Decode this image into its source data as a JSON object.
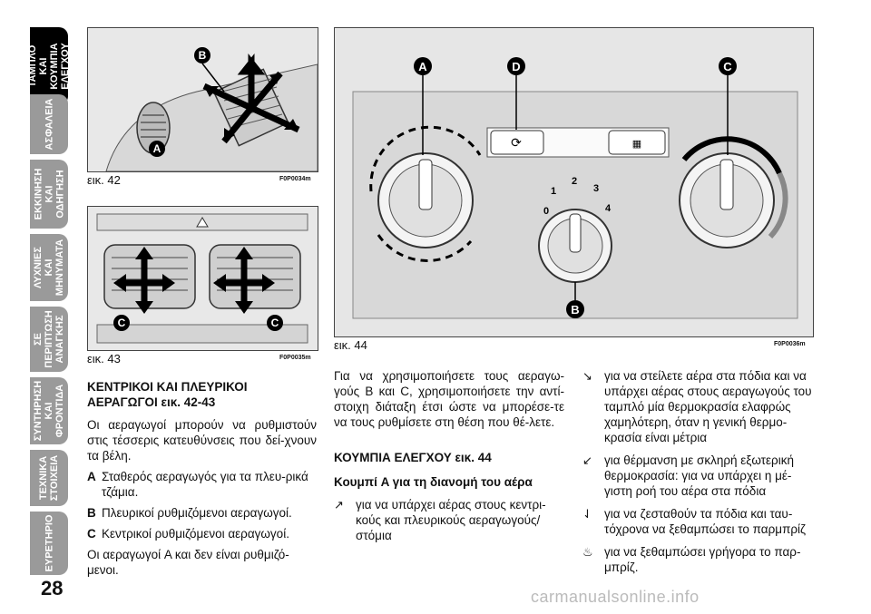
{
  "sidebar": {
    "tabs": [
      {
        "label": "ΤΑΜΠΛΟ ΚΑΙ ΚΟΥΜΠΙΑ ΕΛΕΓΧΟΥ",
        "active": true
      },
      {
        "label": "ΑΣΦΑΛΕΙΑ"
      },
      {
        "label": "ΕΚΚΙΝΗΣΗ ΚΑΙ ΟΔΗΓΗΣΗ"
      },
      {
        "label": "ΛΥΧΝΙΕΣ ΚΑΙ ΜΗΝΥΜΑΤΑ"
      },
      {
        "label": "ΣΕ ΠΕΡΙΠΤΩΣΗ ΑΝΑΓΚΗΣ"
      },
      {
        "label": "ΣΥΝΤΗΡΗΣΗ ΚΑΙ ΦΡΟΝΤΙΔΑ"
      },
      {
        "label": "ΤΕΧΝΙΚΑ ΣΤΟΙΧΕΙΑ"
      },
      {
        "label": "ΕΥΡΕΤΗΡΙΟ"
      }
    ],
    "page_number": "28"
  },
  "figures": {
    "fig42": {
      "caption": "εικ. 42",
      "code": "F0P0034m",
      "markers": [
        "A",
        "B"
      ]
    },
    "fig43": {
      "caption": "εικ. 43",
      "code": "F0P0035m",
      "markers": [
        "C",
        "C"
      ]
    },
    "fig44": {
      "caption": "εικ. 44",
      "code": "F0P0036m",
      "markers": [
        "A",
        "D",
        "C",
        "B"
      ],
      "fan_speeds": [
        "0",
        "1",
        "2",
        "3",
        "4"
      ]
    }
  },
  "left_column": {
    "heading": "ΚΕΝΤΡΙΚΟΙ ΚΑΙ ΠΛΕΥΡΙΚΟΙ ΑΕΡΑΓΩΓΟΙ εικ. 42-43",
    "intro": "Οι αεραγωγοί μπορούν να ρυθμιστούν στις τέσσερις κατευθύνσεις που δεί-χνουν τα βέλη.",
    "items": [
      {
        "key": "A",
        "text": "Σταθερός αεραγωγός για τα πλευ-ρικά τζάμια."
      },
      {
        "key": "B",
        "text": "Πλευρικοί ρυθμιζόμενοι αεραγωγοί."
      },
      {
        "key": "C",
        "text": "Κεντρικοί ρυθμιζόμενοι αεραγωγοί."
      }
    ],
    "note": "Οι αεραγωγοί A και δεν είναι ρυθμιζό-μενοι."
  },
  "middle_column": {
    "intro": "Για να χρησιμοποιήσετε τους αεραγω-γούς B και C, χρησιμοποιήσετε την αντί-στοιχη διάταξη έτσι ώστε να μπορέσε-τε να τους ρυθμίσετε στη θέση που θέ-λετε.",
    "heading": "ΚΟΥΜΠΙΑ ΕΛΕΓΧΟΥ εικ. 44",
    "subheading": "Κουμπί A για τη διανομή του αέρα",
    "item": "για να υπάρχει αέρας στους κεντρι-κούς και πλευρικούς αεραγωγούς/ στόμια"
  },
  "right_column": {
    "items": [
      "για να στείλετε αέρα στα πόδια και να υπάρχει αέρας στους αεραγωγούς του ταμπλό μία θερμοκρασία ελαφρώς χαμηλότερη, όταν η γενική θερμο-κρασία είναι μέτρια",
      "για θέρμανση με σκληρή εξωτερική θερμοκρασία: για να υπάρχει η μέ-γιστη ροή του αέρα στα πόδια",
      "για να ζεσταθούν τα πόδια και ταυ-τόχρονα να ξεθαμπώσει το παρμπρίζ",
      "για να ξεθαμπώσει γρήγορα το παρ-μπρίζ."
    ]
  },
  "watermark": "carmanualsonline.info"
}
